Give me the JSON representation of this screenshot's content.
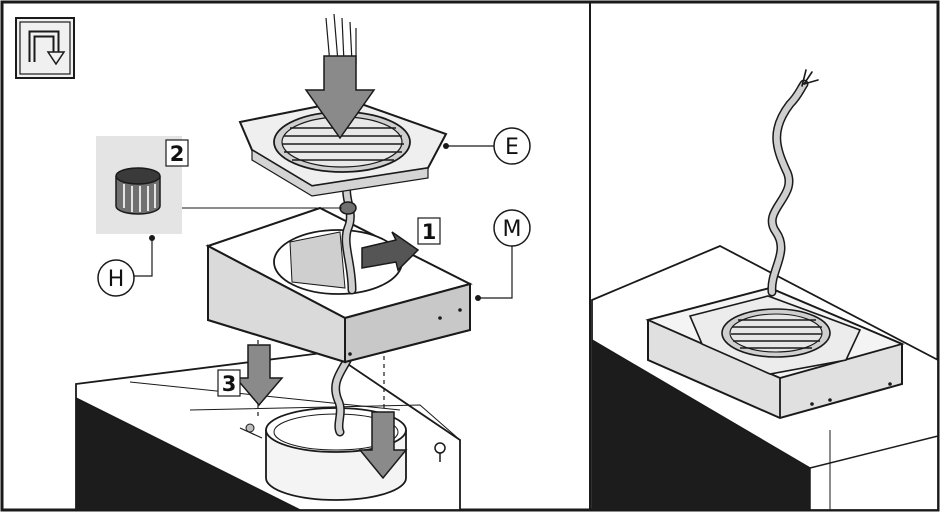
{
  "callouts": {
    "E": "E",
    "M": "M",
    "H": "H"
  },
  "steps": {
    "one": "1",
    "two": "2",
    "three": "3"
  },
  "icons": {
    "corner": "rotate-arrow-icon"
  },
  "colors": {
    "line": "#1a1a1a",
    "panel_dark": "#1c1c1c",
    "gray_light": "#e4e4e4",
    "gray_mid": "#bdbdbd",
    "gray_dark": "#707070"
  }
}
